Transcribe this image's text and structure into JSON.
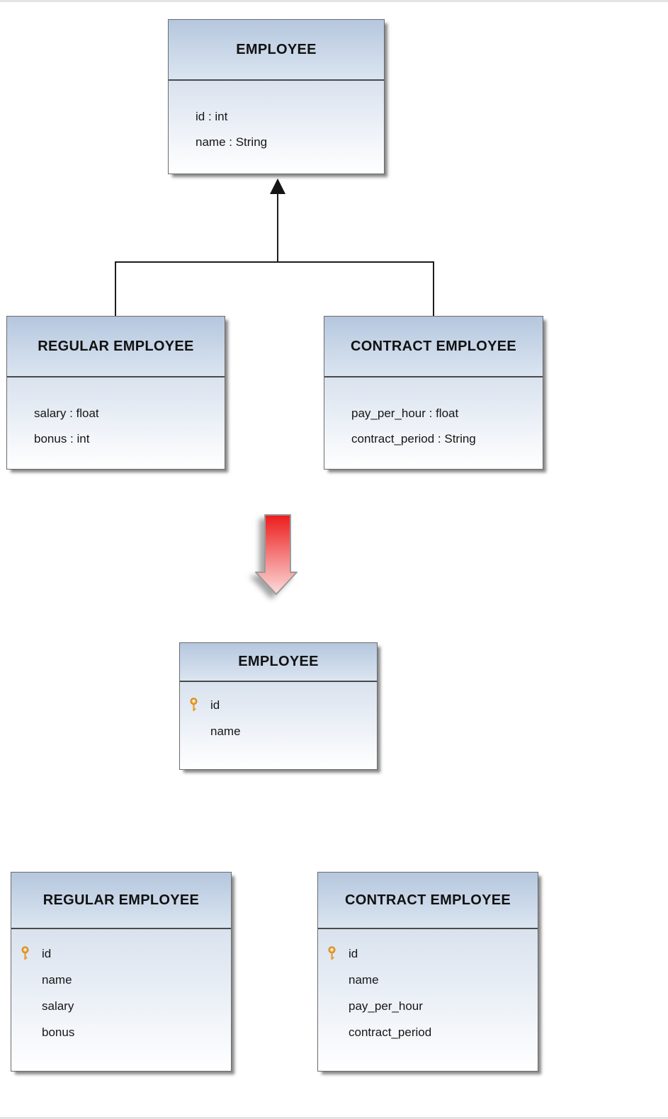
{
  "diagram": {
    "kind": "uml-class-to-table-mapping",
    "class_diagram": {
      "parent": {
        "title": "EMPLOYEE",
        "attributes": [
          "id : int",
          "name : String"
        ]
      },
      "children": [
        {
          "title": "REGULAR EMPLOYEE",
          "attributes": [
            "salary : float",
            "bonus : int"
          ]
        },
        {
          "title": "CONTRACT EMPLOYEE",
          "attributes": [
            "pay_per_hour : float",
            "contract_period : String"
          ]
        }
      ],
      "relationship": "inheritance"
    },
    "transform_arrow": {
      "direction": "down"
    },
    "table_diagram": {
      "tables": [
        {
          "title": "EMPLOYEE",
          "rows": [
            {
              "name": "id",
              "pk": true
            },
            {
              "name": "name",
              "pk": false
            }
          ]
        },
        {
          "title": "REGULAR EMPLOYEE",
          "rows": [
            {
              "name": "id",
              "pk": true
            },
            {
              "name": "name",
              "pk": false
            },
            {
              "name": "salary",
              "pk": false
            },
            {
              "name": "bonus",
              "pk": false
            }
          ]
        },
        {
          "title": "CONTRACT EMPLOYEE",
          "rows": [
            {
              "name": "id",
              "pk": true
            },
            {
              "name": "name",
              "pk": false
            },
            {
              "name": "pay_per_hour",
              "pk": false
            },
            {
              "name": "contract_period",
              "pk": false
            }
          ]
        }
      ]
    },
    "colors": {
      "header_gradient_top": "#b5c7de",
      "header_gradient_bottom": "#dbe5f1",
      "body_gradient_top": "#d9e2ee",
      "box_border": "#6b6b6b",
      "connector": "#1c1c1c",
      "arrow_red_top": "#ed1b1b",
      "arrow_red_bottom": "#fcdcdc",
      "key_icon_orange": "#f5a733"
    }
  }
}
